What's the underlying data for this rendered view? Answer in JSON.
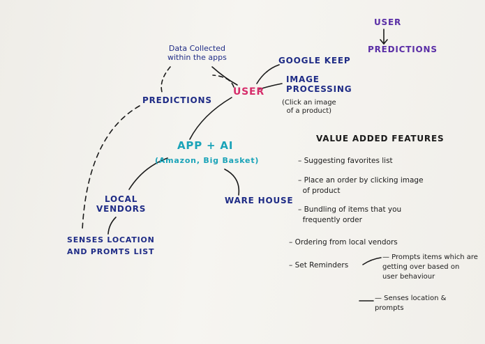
{
  "diagram": {
    "nodes": {
      "data_collected": "Data Collected\nwithin the apps",
      "google_keep": "GOOGLE KEEP",
      "image_processing": "IMAGE\nPROCESSING",
      "image_processing_note": "(Click an image\nof a product)",
      "user": "USER",
      "predictions": "PREDICTIONS",
      "app_ai": "APP + AI",
      "app_ai_examples": "(Amazon, Big Basket)",
      "local_vendors": "LOCAL\nVENDORS",
      "warehouse": "WARE HOUSE",
      "senses_location": "SENSES LOCATION\nAND PROMTS LIST"
    },
    "legend": {
      "user": "USER",
      "predictions": "PREDICTIONS",
      "arrow": "↓"
    },
    "value_added": {
      "title": "VALUE ADDED FEATURES",
      "items": [
        "– Suggesting favorites list",
        "– Place an order by clicking image\n  of product",
        "– Bundling of items that you\n  frequently order",
        "– Ordering from local vendors",
        "– Set Reminders"
      ],
      "reminder_details": [
        "— Prompts items which are\ngetting over based on\nuser behaviour",
        "— Senses location &\nprompts"
      ]
    },
    "colors": {
      "navy": "#1f2c86",
      "purple": "#5a2ea6",
      "user_pink": "#d62d6b",
      "app_teal": "#1aa3b8",
      "ink": "#1a1a1a"
    }
  }
}
